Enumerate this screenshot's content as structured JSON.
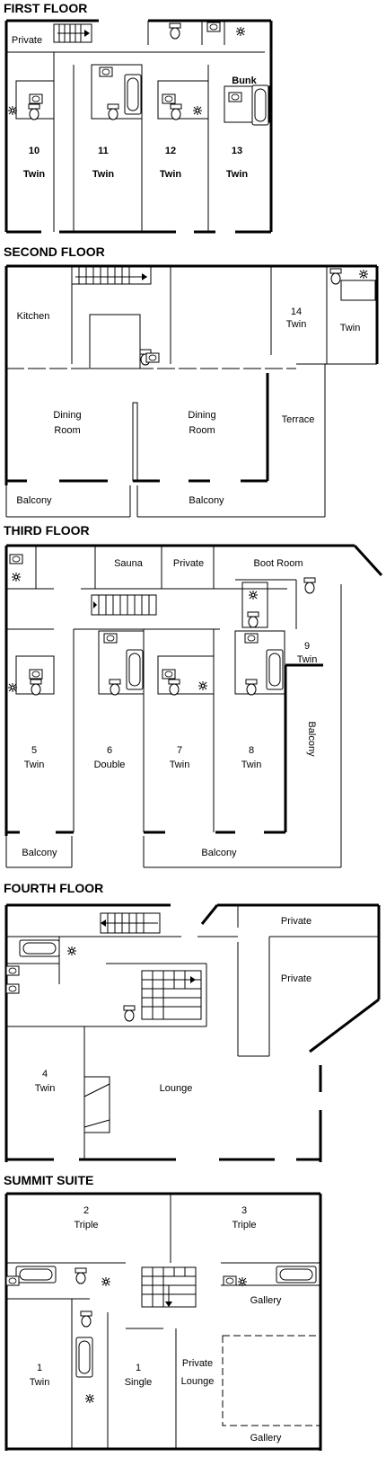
{
  "floors": {
    "first": {
      "title": "FIRST FLOOR",
      "private": "Private",
      "bunk": "Bunk",
      "rooms": [
        {
          "num": "10",
          "type": "Twin"
        },
        {
          "num": "11",
          "type": "Twin"
        },
        {
          "num": "12",
          "type": "Twin"
        },
        {
          "num": "13",
          "type": "Twin"
        }
      ]
    },
    "second": {
      "title": "SECOND FLOOR",
      "kitchen": "Kitchen",
      "room14_num": "14",
      "room14_type": "Twin",
      "twin": "Twin",
      "dining1": [
        "Dining",
        "Room"
      ],
      "dining2": [
        "Dining",
        "Room"
      ],
      "terrace": "Terrace",
      "balcony1": "Balcony",
      "balcony2": "Balcony"
    },
    "third": {
      "title": "THIRD FLOOR",
      "sauna": "Sauna",
      "private": "Private",
      "boot_room": "Boot Room",
      "room9_num": "9",
      "room9_type": "Twin",
      "rooms": [
        {
          "num": "5",
          "type": "Twin"
        },
        {
          "num": "6",
          "type": "Double"
        },
        {
          "num": "7",
          "type": "Twin"
        },
        {
          "num": "8",
          "type": "Twin"
        }
      ],
      "balcony_side": "Balcony",
      "balcony1": "Balcony",
      "balcony2": "Balcony"
    },
    "fourth": {
      "title": "FOURTH FLOOR",
      "private1": "Private",
      "private2": "Private",
      "room4_num": "4",
      "room4_type": "Twin",
      "lounge": "Lounge"
    },
    "summit": {
      "title": "SUMMIT SUITE",
      "room2_num": "2",
      "room2_type": "Triple",
      "room3_num": "3",
      "room3_type": "Triple",
      "gallery1": "Gallery",
      "gallery2": "Gallery",
      "room1a_num": "1",
      "room1a_type": "Twin",
      "room1b_num": "1",
      "room1b_type": "Single",
      "private_lounge": [
        "Private",
        "Lounge"
      ]
    }
  }
}
